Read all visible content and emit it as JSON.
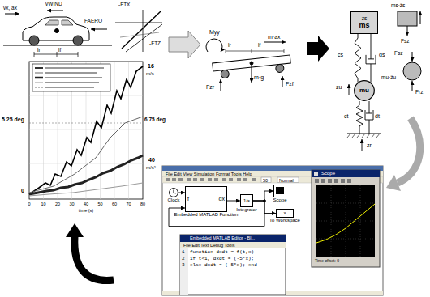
{
  "diagram": {
    "nodes": [
      {
        "text": [
          "zs",
          "ms"
        ]
      },
      {
        "text": [
          "mu"
        ]
      },
      {
        "text": [
          "Clock"
        ]
      },
      {
        "text": [
          "f",
          "dx",
          "Embedded MATLAB Function"
        ]
      },
      {
        "text": [
          "1/s",
          "Integrator"
        ]
      },
      {
        "text": [
          "Scope"
        ]
      },
      {
        "text": [
          "x",
          "To Workspace"
        ]
      }
    ],
    "edges": [
      {
        "from": 0,
        "to": 1,
        "arrow": "none"
      },
      {
        "from": 0,
        "to": 1,
        "arrow": "none"
      },
      {
        "from": 2,
        "to": 3,
        "arrow": "to"
      },
      {
        "from": 3,
        "to": 4,
        "arrow": "to"
      },
      {
        "from": 4,
        "to": 5,
        "arrow": "to"
      },
      {
        "from": 4,
        "to": 6,
        "arrow": "to"
      },
      {
        "from": 4,
        "to": 3,
        "arrow": "to"
      }
    ],
    "labels": [
      "vx, ax",
      "vWIND",
      "FAERO",
      "lr",
      "lf",
      "-FTX",
      "-FTZ",
      "16",
      "m/s",
      "5.25 deg",
      "6.75 deg",
      "40",
      "m/s²",
      "0",
      "0",
      "10",
      "20",
      "30",
      "40",
      "50",
      "60",
      "70",
      "80",
      "time (s)",
      "Myy",
      "lr",
      "lf",
      "m·ax",
      "m·g",
      "Fzr",
      "Fzf",
      "cs",
      "ds",
      "zu",
      "ct",
      "dt",
      "zr",
      "ms·z̈s",
      "Fsz",
      "Fsz",
      "mu·z̈u",
      "Frz",
      "File Edit View Simulation Format Tools Help",
      "50",
      "Normal",
      "Scope",
      "Time offset: 0",
      "Embedded MATLAB Editor - Bl...",
      "File Edit Text Debug Tools",
      "1",
      "function dxdt = f(t,x)",
      "2",
      "if t<1, dxdt = (-5*x);",
      "3",
      "else dxdt = (-5*x); end"
    ]
  }
}
